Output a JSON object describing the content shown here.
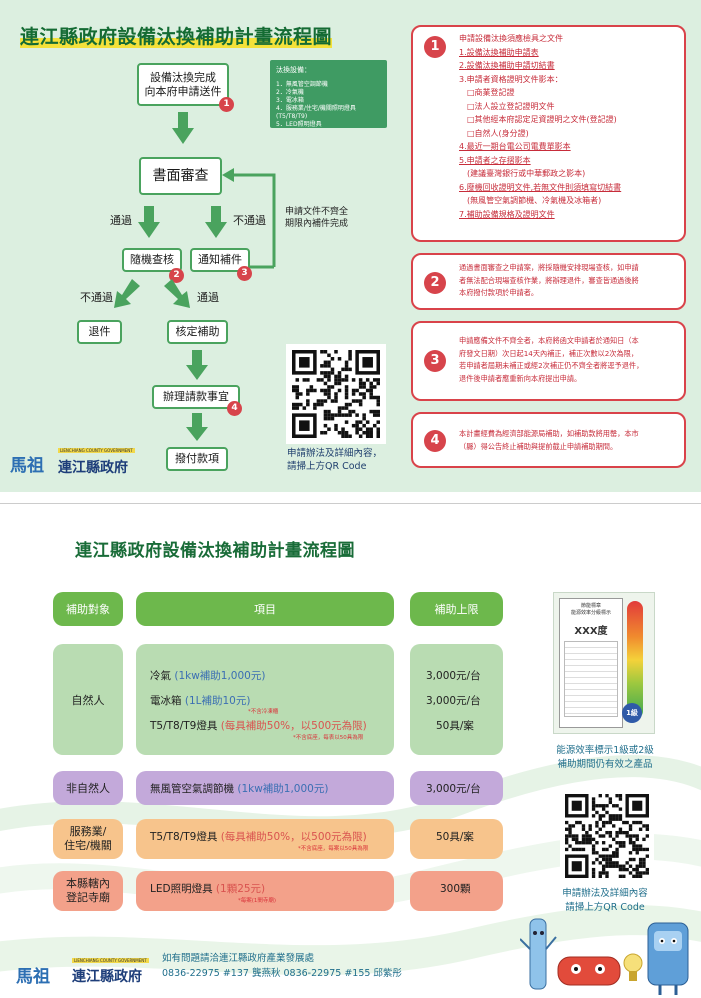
{
  "top": {
    "title": "連江縣政府設備汰換補助計畫流程圖",
    "flow": {
      "apply_line1": "設備汰換完成",
      "apply_line2": "向本府申請送件",
      "review": "書面審查",
      "pass": "通過",
      "not_pass": "不通過",
      "random_check": "隨機查核",
      "notify_fix": "通知補件",
      "not_pass2": "不通過",
      "pass2": "通過",
      "reject": "退件",
      "approve": "核定補助",
      "payment": "辦理請款事宜",
      "paid": "撥付款項",
      "resubmit_note_line1": "申請文件不齊全",
      "resubmit_note_line2": "期限內補件完成",
      "qr_caption_line1": "申請辦法及詳細內容，",
      "qr_caption_line2": "請掃上方QR Code"
    },
    "equipment_box": {
      "title": "汰換設備：",
      "items": [
        "1．無風管空調節機",
        "2．冷氣機",
        "3．電冰箱",
        "4．服務業/住宅/機關照明燈具(T5/T8/T9)",
        "5．LED照明燈具"
      ]
    },
    "badges": [
      "1",
      "2",
      "3",
      "4"
    ],
    "requirements": {
      "number": "1",
      "heading": "申請設備汰換須應檢具之文件",
      "items": [
        {
          "text": "1.設備汰換補助申請表",
          "u": true
        },
        {
          "text": "2.設備汰換補助申請切結書",
          "u": true
        },
        {
          "text": "3.申請者資格證明文件影本：",
          "u": false
        },
        {
          "text": "□商業登記證",
          "u": false,
          "ind": true
        },
        {
          "text": "□法人設立登記證明文件",
          "u": false,
          "ind": true
        },
        {
          "text": "□其他經本府認定足資證明之文件(登記證)",
          "u": false,
          "ind": true
        },
        {
          "text": "□自然人(身分證)",
          "u": false,
          "ind": true
        },
        {
          "text": "4.最近一期台電公司電費單影本",
          "u": true
        },
        {
          "text": "5.申請者之存摺影本",
          "u": true
        },
        {
          "text": "(建議臺灣銀行或中華郵政之影本)",
          "u": false,
          "ind": true
        },
        {
          "text": "6.廢機回收證明文件,若無文件則須填寫切結書",
          "u": true
        },
        {
          "text": "(無風管空氣調節機、冷氣機及冰箱者)",
          "u": false,
          "ind": true
        },
        {
          "text": "7.補助設備規格及證明文件",
          "u": true
        }
      ]
    },
    "note2": {
      "number": "2",
      "lines": [
        "通過書面審查之申請案，將採隨機安排現場查核，如申請",
        "者無法配合現場查核作業，將辦理退件，審查皆通過後將",
        "本府撥付款項於申請者。"
      ]
    },
    "note3": {
      "number": "3",
      "lines": [
        "申請應備文件不齊全者，本府將函文申請者於通知日（本",
        "府發文日期）次日起14天內補正，補正次數以2次為限，",
        "若申請者屆期未補正或經2次補正仍不齊全者將逕予退件，",
        "退件後申請者應重新向本府提出申請。"
      ]
    },
    "note4": {
      "number": "4",
      "lines": [
        "本計畫經費為經濟部能源局補助，如補助款將用罄，本市",
        "（縣）得公告終止補助與提前截止申請補助期間。"
      ]
    },
    "logo": {
      "sub": "LIENCHIANG COUNTY GOVERNMENT",
      "mark": "馬祖",
      "name": "連江縣政府"
    }
  },
  "bottom": {
    "title": "連江縣政府設備汰換補助計畫流程圖",
    "headers": {
      "target": "補助對象",
      "item": "項目",
      "limit": "補助上限"
    },
    "rows": [
      {
        "target": "自然人",
        "lines": [
          {
            "main": "冷氣 ",
            "acc": "(1kw補助1,000元)"
          },
          {
            "main": "電冰箱 ",
            "acc": "(1L補助10元)"
          },
          {
            "main": "T5/T8/T9燈具 ",
            "acc": "(每具補助50%，以500元為限)"
          }
        ],
        "notes": [
          "*不含冷凍櫃",
          "*不含底座，每表以50具為限"
        ],
        "limits": [
          "3,000元/台",
          "3,000元/台",
          "50具/案"
        ]
      },
      {
        "target": "非自然人",
        "lines": [
          {
            "main": "無風管空氣調節機 ",
            "acc": "(1kw補助1,000元)"
          }
        ],
        "limits": [
          "3,000元/台"
        ]
      },
      {
        "target_line1": "服務業/",
        "target_line2": "住宅/機關",
        "lines": [
          {
            "main": "T5/T8/T9燈具 ",
            "acc": "(每具補助50%，以500元為限)"
          }
        ],
        "notes": [
          "*不含底座，每案以50具為限"
        ],
        "limits": [
          "50具/案"
        ]
      },
      {
        "target_line1": "本縣轄內",
        "target_line2": "登記寺廟",
        "lines": [
          {
            "main": "LED照明燈具 ",
            "acc": "(1顆25元)"
          }
        ],
        "notes": [
          "*每案(1間寺廟)"
        ],
        "limits": [
          "300顆"
        ]
      }
    ],
    "energy_label": {
      "title_l1": "節能標章",
      "title_l2": "能源效率分級標示",
      "big": "XXX度",
      "grade": "1級"
    },
    "energy_caption_line1": "能源效率標示1級或2級",
    "energy_caption_line2": "補助期間仍有效之產品",
    "qr_caption_line1": "申請辦法及詳細內容",
    "qr_caption_line2": "請掃上方QR Code",
    "footer_line1": "如有問題請洽連江縣政府產業發展處",
    "footer_line2": "0836-22975 #137 龔燕秋 0836-22975 #155 邱紫彤",
    "logo": {
      "sub": "LIENCHIANG COUNTY GOVERNMENT",
      "mark": "馬祖",
      "name": "連江縣政府"
    }
  },
  "colors": {
    "green": "#4aa35e",
    "red": "#d9434a",
    "dark_green": "#196c38",
    "mint_bg": "#dcefe0"
  }
}
